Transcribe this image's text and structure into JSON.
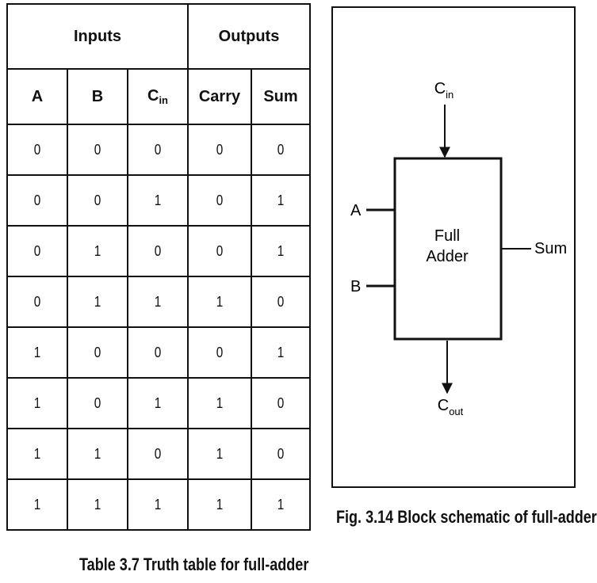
{
  "table": {
    "group_inputs": "Inputs",
    "group_outputs": "Outputs",
    "headers": [
      "A",
      "B",
      "C",
      "Carry",
      "Sum"
    ],
    "cin_subscript": "in",
    "rows": [
      [
        "0",
        "0",
        "0",
        "0",
        "0"
      ],
      [
        "0",
        "0",
        "1",
        "0",
        "1"
      ],
      [
        "0",
        "1",
        "0",
        "0",
        "1"
      ],
      [
        "0",
        "1",
        "1",
        "1",
        "0"
      ],
      [
        "1",
        "0",
        "0",
        "0",
        "1"
      ],
      [
        "1",
        "0",
        "1",
        "1",
        "0"
      ],
      [
        "1",
        "1",
        "0",
        "1",
        "0"
      ],
      [
        "1",
        "1",
        "1",
        "1",
        "1"
      ]
    ],
    "caption": "Table 3.7 Truth table for full-adder"
  },
  "figure": {
    "cin_label": "C",
    "cin_sub": "in",
    "cout_label": "C",
    "cout_sub": "out",
    "a_label": "A",
    "b_label": "B",
    "sum_label": "Sum",
    "block_line1": "Full",
    "block_line2": "Adder",
    "caption": "Fig. 3.14 Block schematic of full-adder"
  }
}
